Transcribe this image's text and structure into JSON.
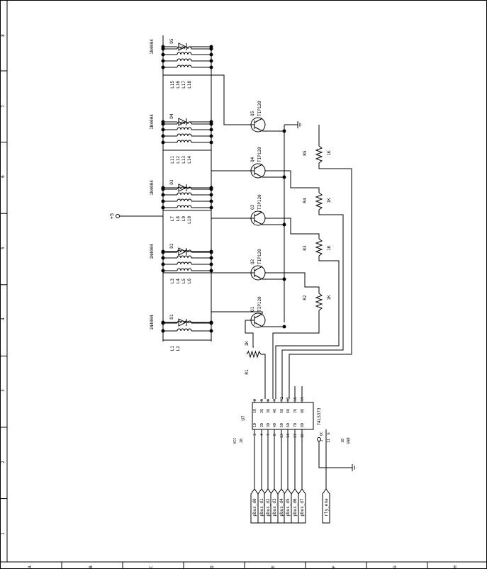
{
  "border": {
    "row_numbers": [
      "1",
      "2",
      "3",
      "4",
      "5",
      "6",
      "7",
      "8"
    ],
    "column_letters": [
      "A",
      "B",
      "C",
      "D",
      "E",
      "F",
      "G",
      "H"
    ]
  },
  "power": {
    "label": "+5"
  },
  "diodes": [
    {
      "ref": "D1",
      "part": "1N4004"
    },
    {
      "ref": "D2",
      "part": "1N4004"
    },
    {
      "ref": "D3",
      "part": "1N4004"
    },
    {
      "ref": "D4",
      "part": "1N4004"
    },
    {
      "ref": "D5",
      "part": "1N4004"
    }
  ],
  "coil_groups": [
    {
      "labels": [
        "L1",
        "L2"
      ]
    },
    {
      "labels": [
        "L3",
        "L4",
        "L5",
        "L6"
      ]
    },
    {
      "labels": [
        "L7",
        "L8",
        "L9",
        "L10"
      ]
    },
    {
      "labels": [
        "L11",
        "L12",
        "L13",
        "L14"
      ]
    },
    {
      "labels": [
        "L15",
        "L16",
        "L17",
        "L18"
      ]
    }
  ],
  "transistors": [
    {
      "ref": "Q1",
      "part": "TIP120"
    },
    {
      "ref": "Q2",
      "part": "TIP120"
    },
    {
      "ref": "Q3",
      "part": "TIP120"
    },
    {
      "ref": "Q4",
      "part": "TIP120"
    },
    {
      "ref": "Q5",
      "part": "TIP120"
    }
  ],
  "resistors": [
    {
      "ref": "R1",
      "value": "1K"
    },
    {
      "ref": "R2",
      "value": "1K"
    },
    {
      "ref": "R3",
      "value": "1K"
    },
    {
      "ref": "R4",
      "value": "1K"
    },
    {
      "ref": "R5",
      "value": "1K"
    }
  ],
  "ic": {
    "ref": "U7",
    "part": "74LS373",
    "outputs": [
      "1Q",
      "2Q",
      "3Q",
      "4Q",
      "5Q",
      "6Q",
      "7Q",
      "8Q"
    ],
    "inputs": [
      "1D",
      "2D",
      "3D",
      "4D",
      "5D",
      "6D",
      "7D",
      "8D"
    ],
    "output_pins": [
      "2",
      "5",
      "6",
      "9",
      "12",
      "15",
      "16",
      "19"
    ],
    "input_pins": [
      "3",
      "4",
      "7",
      "8",
      "13",
      "14",
      "17",
      "18"
    ],
    "oc_label": "OC",
    "oc_pin": "1",
    "g_label": "G",
    "g_pin": "11",
    "vcc_label": "VCC",
    "vcc_pin": "20",
    "gnd_label": "GND",
    "gnd_pin": "10"
  },
  "bus_signals": [
    "pbus_d0",
    "pbus_d1",
    "pbus_d2",
    "pbus_d3",
    "pbus_d4",
    "pbus_d5",
    "pbus_d6",
    "pbus_d7"
  ],
  "enable_signal": "rly_ena"
}
